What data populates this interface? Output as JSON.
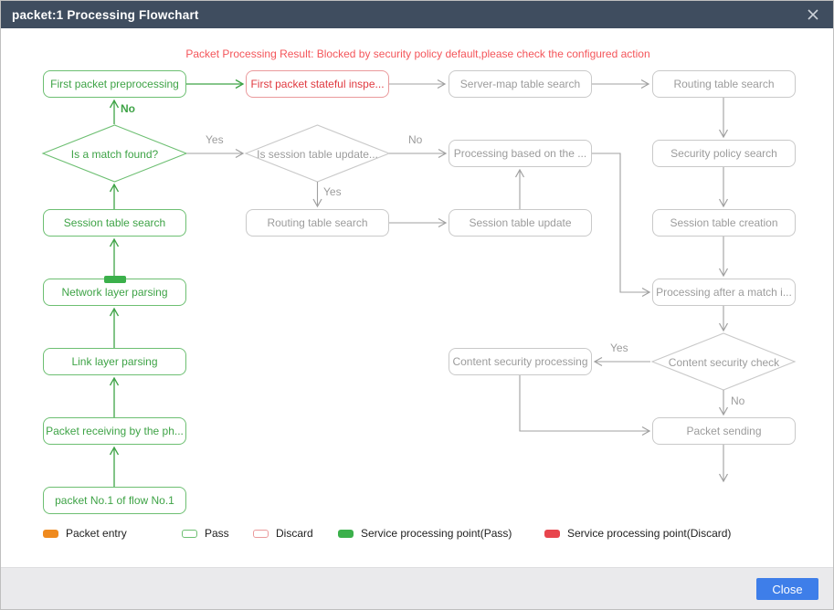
{
  "dialog": {
    "title": "packet:1 Processing Flowchart",
    "result_message": "Packet Processing Result: Blocked by security policy default,please check the configured action",
    "close_button": "Close"
  },
  "colors": {
    "pass_green": "#3ea346",
    "pass_border": "#6dbf72",
    "discard_red": "#e03a40",
    "discard_border": "#ea9a9c",
    "result_red": "#f4555a",
    "neutral_text": "#9c9c9c",
    "neutral_border": "#c9c9c9",
    "connector_gray": "#a0a0a0",
    "packet_entry_orange": "#ef8a1e",
    "spp_green": "#3bb04b",
    "spp_red": "#e8454d",
    "header_bg": "#3f4d5f",
    "footer_bg": "#eaeaec",
    "button_blue": "#3e7ee9"
  },
  "flowchart": {
    "nodes": [
      {
        "id": "first-packet-preprocessing",
        "label": "First packet preprocessing",
        "type": "pass"
      },
      {
        "id": "first-packet-stateful-inspection",
        "label": "First packet stateful inspe...",
        "type": "discard"
      },
      {
        "id": "server-map-table-search",
        "label": "Server-map table search",
        "type": "neutral"
      },
      {
        "id": "routing-table-search-top",
        "label": "Routing table search",
        "type": "neutral"
      },
      {
        "id": "is-a-match-found",
        "label": "Is a match found?",
        "type": "pass-diamond"
      },
      {
        "id": "is-session-table-update",
        "label": "Is session table update...",
        "type": "neutral-diamond"
      },
      {
        "id": "processing-based-on",
        "label": "Processing based on the ...",
        "type": "neutral"
      },
      {
        "id": "security-policy-search",
        "label": "Security policy search",
        "type": "neutral"
      },
      {
        "id": "session-table-search",
        "label": "Session table search",
        "type": "pass"
      },
      {
        "id": "routing-table-search-mid",
        "label": "Routing table search",
        "type": "neutral"
      },
      {
        "id": "session-table-update",
        "label": "Session table update",
        "type": "neutral"
      },
      {
        "id": "session-table-creation",
        "label": "Session table creation",
        "type": "neutral"
      },
      {
        "id": "network-layer-parsing",
        "label": "Network layer parsing",
        "type": "pass",
        "service_point": "pass"
      },
      {
        "id": "processing-after-match",
        "label": "Processing after a match i...",
        "type": "neutral"
      },
      {
        "id": "link-layer-parsing",
        "label": "Link layer parsing",
        "type": "pass"
      },
      {
        "id": "content-security-processing",
        "label": "Content security processing",
        "type": "neutral"
      },
      {
        "id": "content-security-check",
        "label": "Content security check",
        "type": "neutral-diamond"
      },
      {
        "id": "packet-receiving",
        "label": "Packet receiving by the ph...",
        "type": "pass"
      },
      {
        "id": "packet-sending",
        "label": "Packet sending",
        "type": "neutral"
      },
      {
        "id": "packet-no1-flow-no1",
        "label": "packet No.1 of flow No.1",
        "type": "pass"
      }
    ],
    "edge_labels": [
      {
        "text": "No",
        "tone": "pass"
      },
      {
        "text": "Yes",
        "tone": "neutral"
      },
      {
        "text": "No",
        "tone": "neutral"
      },
      {
        "text": "Yes",
        "tone": "neutral"
      },
      {
        "text": "Yes",
        "tone": "neutral"
      },
      {
        "text": "No",
        "tone": "neutral"
      }
    ]
  },
  "legend": {
    "items": [
      {
        "label": "Packet entry",
        "swatch": "orange-filled"
      },
      {
        "label": "Pass",
        "swatch": "green-outline"
      },
      {
        "label": "Discard",
        "swatch": "red-outline"
      },
      {
        "label": "Service processing point(Pass)",
        "swatch": "green-filled"
      },
      {
        "label": "Service processing point(Discard)",
        "swatch": "red-filled"
      }
    ]
  }
}
